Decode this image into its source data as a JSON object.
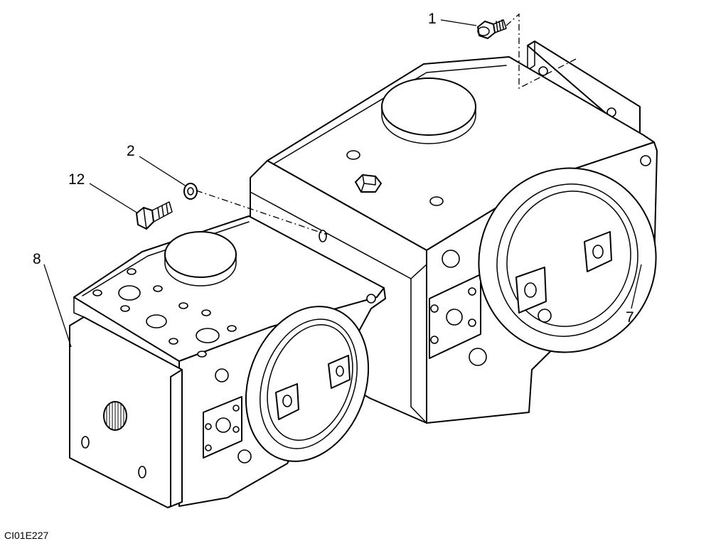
{
  "callouts": {
    "c1": "1",
    "c2": "2",
    "c12": "12",
    "c8": "8",
    "c7": "7"
  },
  "drawing_code": "CI01E227"
}
